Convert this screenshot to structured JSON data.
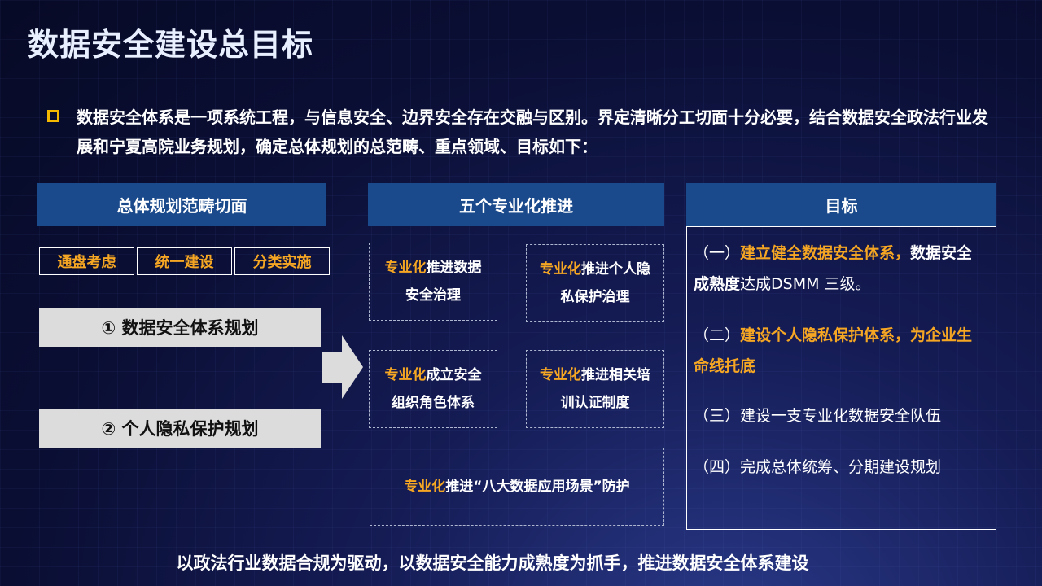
{
  "title": "数据安全建设总目标",
  "intro": "数据安全体系是一项系统工程，与信息安全、边界安全存在交融与区别。界定清晰分工切面十分必要，结合数据安全政法行业发展和宁夏高院业务规划，确定总体规划的总范畴、重点领域、目标如下：",
  "columns": {
    "scope": "总体规划范畴切面",
    "advance": "五个专业化推进",
    "goal": "目标"
  },
  "tags": [
    "通盘考虑",
    "统一建设",
    "分类实施"
  ],
  "plans": [
    "① 数据安全体系规划",
    "② 个人隐私保护规划"
  ],
  "boxes": [
    {
      "hl": "专业化",
      "line1": "推进数据",
      "line2": "安全治理"
    },
    {
      "hl": "专业化",
      "line1": "推进个人隐",
      "line2": "私保护治理"
    },
    {
      "hl": "专业化",
      "line1": "成立安全",
      "line2": "组织角色体系"
    },
    {
      "hl": "专业化",
      "line1": "推进相关培",
      "line2": "训认证制度"
    },
    {
      "hl": "专业化",
      "line1": "推进“八大数据应用场景”防护"
    }
  ],
  "goals": {
    "g1_prefix": "（一）",
    "g1_orange": "建立健全数据安全体系，",
    "g1_bold": "数据安全成熟度",
    "g1_rest": "达成DSMM 三级。",
    "g2_prefix": "（二）",
    "g2_orange": "建设个人隐私保护体系，为企业生命线托底",
    "g3": "（三）建设一支专业化数据安全队伍",
    "g4": "（四）完成总体统筹、分期建设规划"
  },
  "footer": "以政法行业数据合规为驱动，以数据安全能力成熟度为抓手，推进数据安全体系建设",
  "colors": {
    "accent": "#f5a623",
    "header_bg": "#1a4a8c",
    "bullet": "#f5b800",
    "plan_bg": "#dcdcdc"
  },
  "icons": {
    "bullet": "hollow-square-icon",
    "arrow": "right-arrow-icon"
  }
}
